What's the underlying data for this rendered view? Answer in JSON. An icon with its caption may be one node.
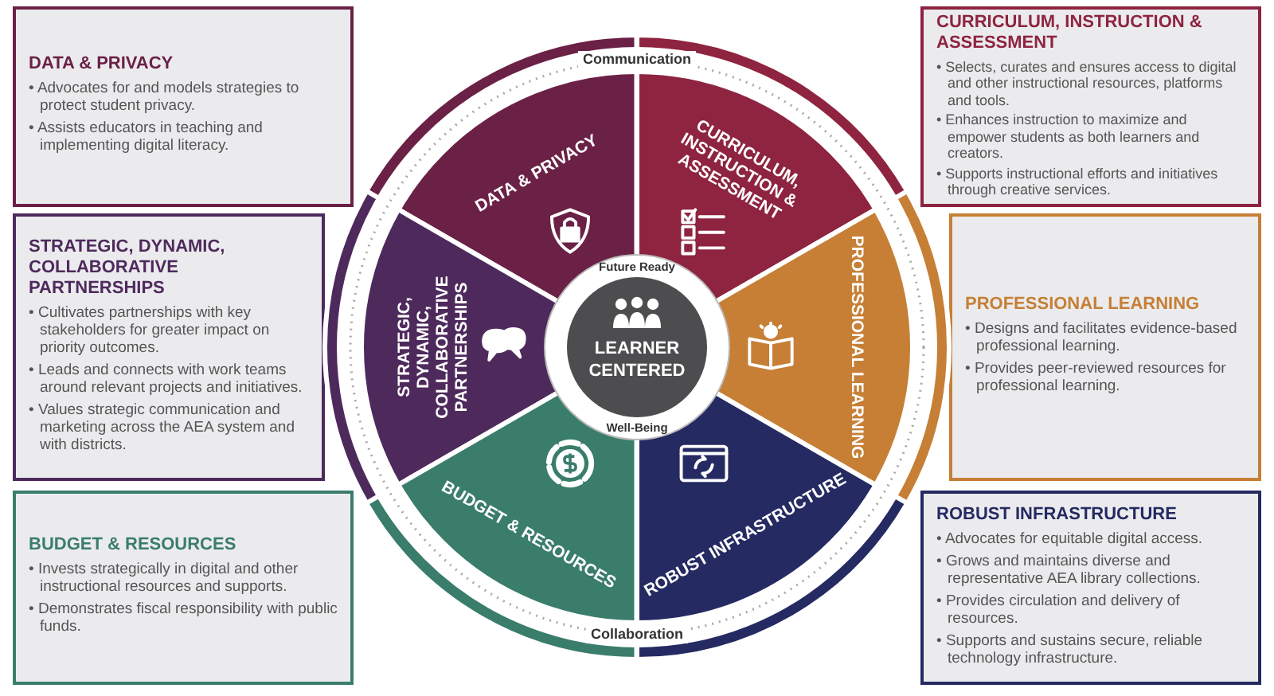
{
  "diagram": {
    "nodes": [
      {
        "text": [
          "DATA & PRIVACY",
          "• Advocates for and models strategies to protect student privacy.",
          "• Assists educators in teaching and implementing digital literacy."
        ]
      },
      {
        "text": [
          "CURRICULUM, INSTRUCTION & ASSESSMENT",
          "• Selects, curates and ensures access to digital and other instructional resources, platforms and tools.",
          "• Enhances instruction to maximize and empower students as both learners and creators.",
          "• Supports instructional efforts and initiatives through creative services."
        ]
      },
      {
        "text": [
          "STRATEGIC, DYNAMIC, COLLABORATIVE PARTNERSHIPS",
          "• Cultivates partnerships with key stakeholders for greater impact on priority outcomes.",
          "• Leads and connects with work teams around relevant projects and initiatives.",
          "• Values strategic communication and marketing across the AEA system and with districts."
        ]
      },
      {
        "text": [
          "PROFESSIONAL LEARNING",
          "• Designs and facilitates evidence-based professional learning.",
          "• Provides peer-reviewed resources for professional learning."
        ]
      },
      {
        "text": [
          "BUDGET & RESOURCES",
          "• Invests strategically in digital and other instructional resources and supports.",
          "• Demonstrates fiscal responsibility with public funds."
        ]
      },
      {
        "text": [
          "ROBUST INFRASTRUCTURE",
          "• Advocates for equitable digital access.",
          "• Grows and maintains diverse and representative AEA library collections.",
          "• Provides circulation and delivery of resources.",
          "• Supports and sustains secure, reliable technology infrastructure."
        ]
      },
      {
        "text": [
          "DATA & PRIVACY"
        ]
      },
      {
        "text": [
          "CURRICULUM, INSTRUCTION & ASSESSMENT"
        ]
      },
      {
        "text": [
          "STRATEGIC, DYNAMIC, COLLABORATIVE PARTNERSHIPS"
        ]
      },
      {
        "text": [
          "PROFESSIONAL LEARNING"
        ]
      },
      {
        "text": [
          "BUDGET & RESOURCES"
        ]
      },
      {
        "text": [
          "ROBUST INFRASTRUCTURE"
        ]
      },
      {
        "text": [
          "LEARNER CENTERED"
        ],
        "beside": [
          "Future Ready",
          "Well-Being"
        ]
      }
    ],
    "labels": [
      "Communication",
      "Collaboration"
    ]
  }
}
